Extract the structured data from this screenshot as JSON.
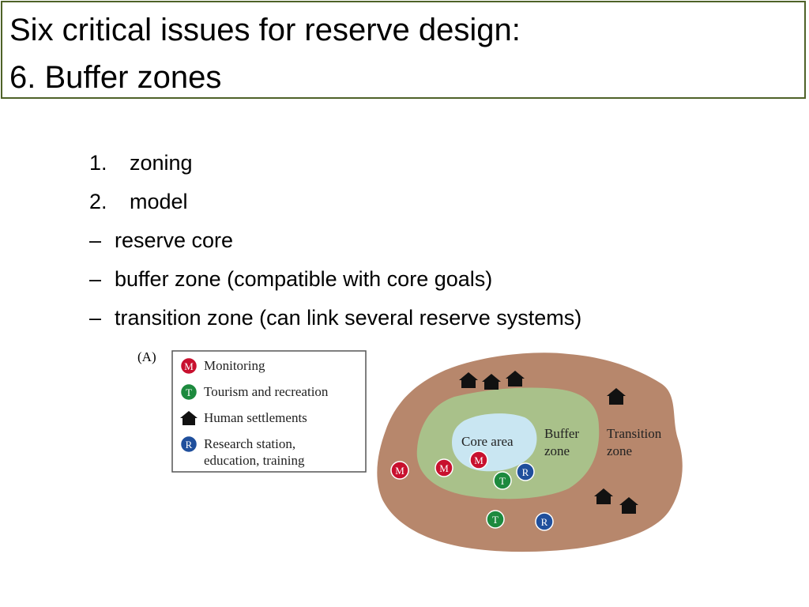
{
  "slide": {
    "title_line1": "Six critical issues for reserve design:",
    "title_line2": "6. Buffer zones",
    "numbered": [
      {
        "marker": "1.",
        "text": "zoning"
      },
      {
        "marker": "2.",
        "text": "model"
      }
    ],
    "dashed": [
      {
        "marker": "–",
        "text": "reserve core"
      },
      {
        "marker": "–",
        "text": "buffer zone (compatible with core goals)"
      },
      {
        "marker": "–",
        "text": "transition zone (can link several reserve systems)"
      }
    ]
  },
  "figure": {
    "panel_label": "(A)",
    "legend": {
      "monitoring": "Monitoring",
      "tourism": "Tourism and recreation",
      "settlements": "Human settlements",
      "research_line1": "Research station,",
      "research_line2": "education, training"
    },
    "badges": {
      "m": "M",
      "t": "T",
      "r": "R"
    },
    "zones": {
      "core": "Core area",
      "buffer_line1": "Buffer",
      "buffer_line2": "zone",
      "transition_line1": "Transition",
      "transition_line2": "zone"
    },
    "colors": {
      "transition": "#b7876c",
      "buffer": "#a9c18a",
      "core": "#c9e6f2",
      "monitoring": "#c8102e",
      "tourism": "#1d8a3e",
      "research": "#1f4f9c",
      "settlement": "#111111",
      "title_border": "#4f6228"
    }
  }
}
